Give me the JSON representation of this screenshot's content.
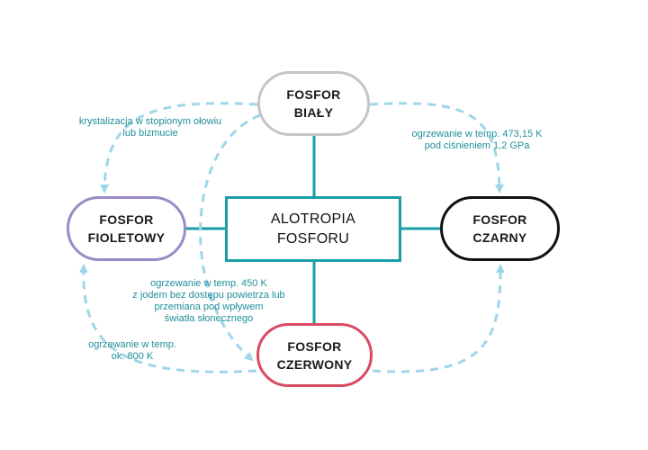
{
  "diagram": {
    "center": {
      "line1": "ALOTROPIA",
      "line2": "FOSFORU"
    },
    "nodes": {
      "white": {
        "line1": "FOSFOR",
        "line2": "BIAŁY",
        "border_color": "#c5c5c5"
      },
      "violet": {
        "line1": "FOSFOR",
        "line2": "FIOLETOWY",
        "border_color": "#9b8bc4"
      },
      "black": {
        "line1": "FOSFOR",
        "line2": "CZARNY",
        "border_color": "#111111"
      },
      "red": {
        "line1": "FOSFOR",
        "line2": "CZERWONY",
        "border_color": "#d94a63"
      }
    },
    "edge_labels": {
      "white_to_violet": [
        "krystalizacja w stopionym ołowiu",
        "lub bizmucie"
      ],
      "white_to_black": [
        "ogrzewanie w temp. 473,15 K",
        "pod ciśnieniem 1,2 GPa"
      ],
      "white_to_red": [
        "ogrzewanie w temp. 450 K",
        "z jodem bez dostępu powietrza lub",
        "przemiana pod wpływem",
        "światła słonecznego"
      ],
      "red_to_violet": [
        "ogrzewanie w temp.",
        "ok. 800 K"
      ]
    },
    "colors": {
      "connector": "#1a9ea6",
      "dashed_arrow": "#9fd6ea",
      "label_text": "#1f8f9a"
    }
  }
}
